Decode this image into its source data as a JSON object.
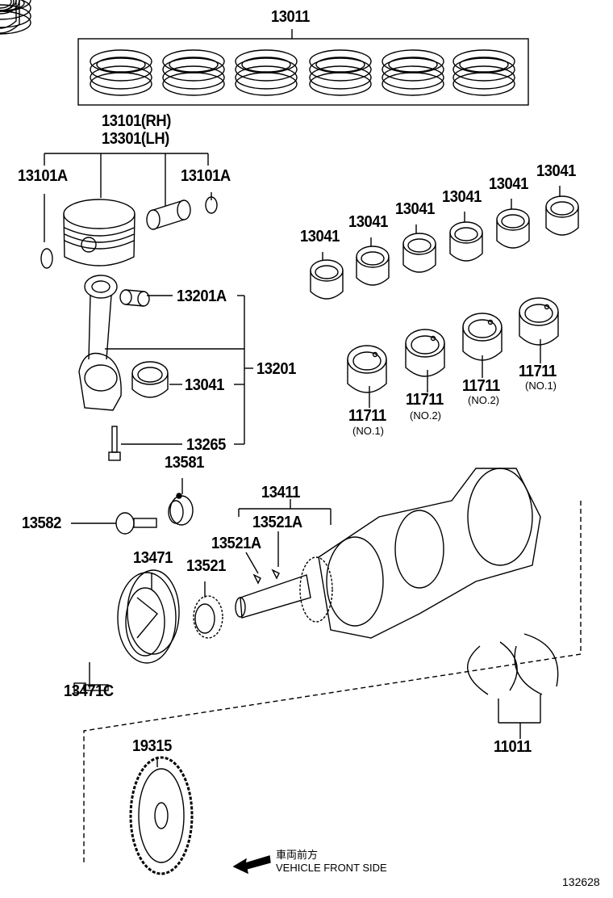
{
  "labels": {
    "rings": "13011",
    "piston_rh": "13101(RH)",
    "piston_lh": "13301(LH)",
    "snap_left": "13101A",
    "snap_right": "13101A",
    "bearing_upper": [
      "13041",
      "13041",
      "13041",
      "13041",
      "13041",
      "13041"
    ],
    "bushing": "13201A",
    "rod_assy": "13201",
    "rod_bearing": "13041",
    "rod_bolt": "13265",
    "spacer": "13581",
    "crankshaft": "13411",
    "key_a": "13521A",
    "bolt_front": "13582",
    "key_b": "13521A",
    "pulley": "13471",
    "gear": "13521",
    "pulley_bolt": "13471C",
    "thrust_washer": "11011",
    "timing_rotor": "19315",
    "main_bearings": [
      {
        "num": "11711",
        "sub": "(NO.1)"
      },
      {
        "num": "11711",
        "sub": "(NO.2)"
      },
      {
        "num": "11711",
        "sub": "(NO.2)"
      },
      {
        "num": "11711",
        "sub": "(NO.1)"
      }
    ]
  },
  "footer": {
    "direction_jp": "車両前方",
    "direction_en": "VEHICLE FRONT SIDE",
    "diagram_id": "132628"
  }
}
